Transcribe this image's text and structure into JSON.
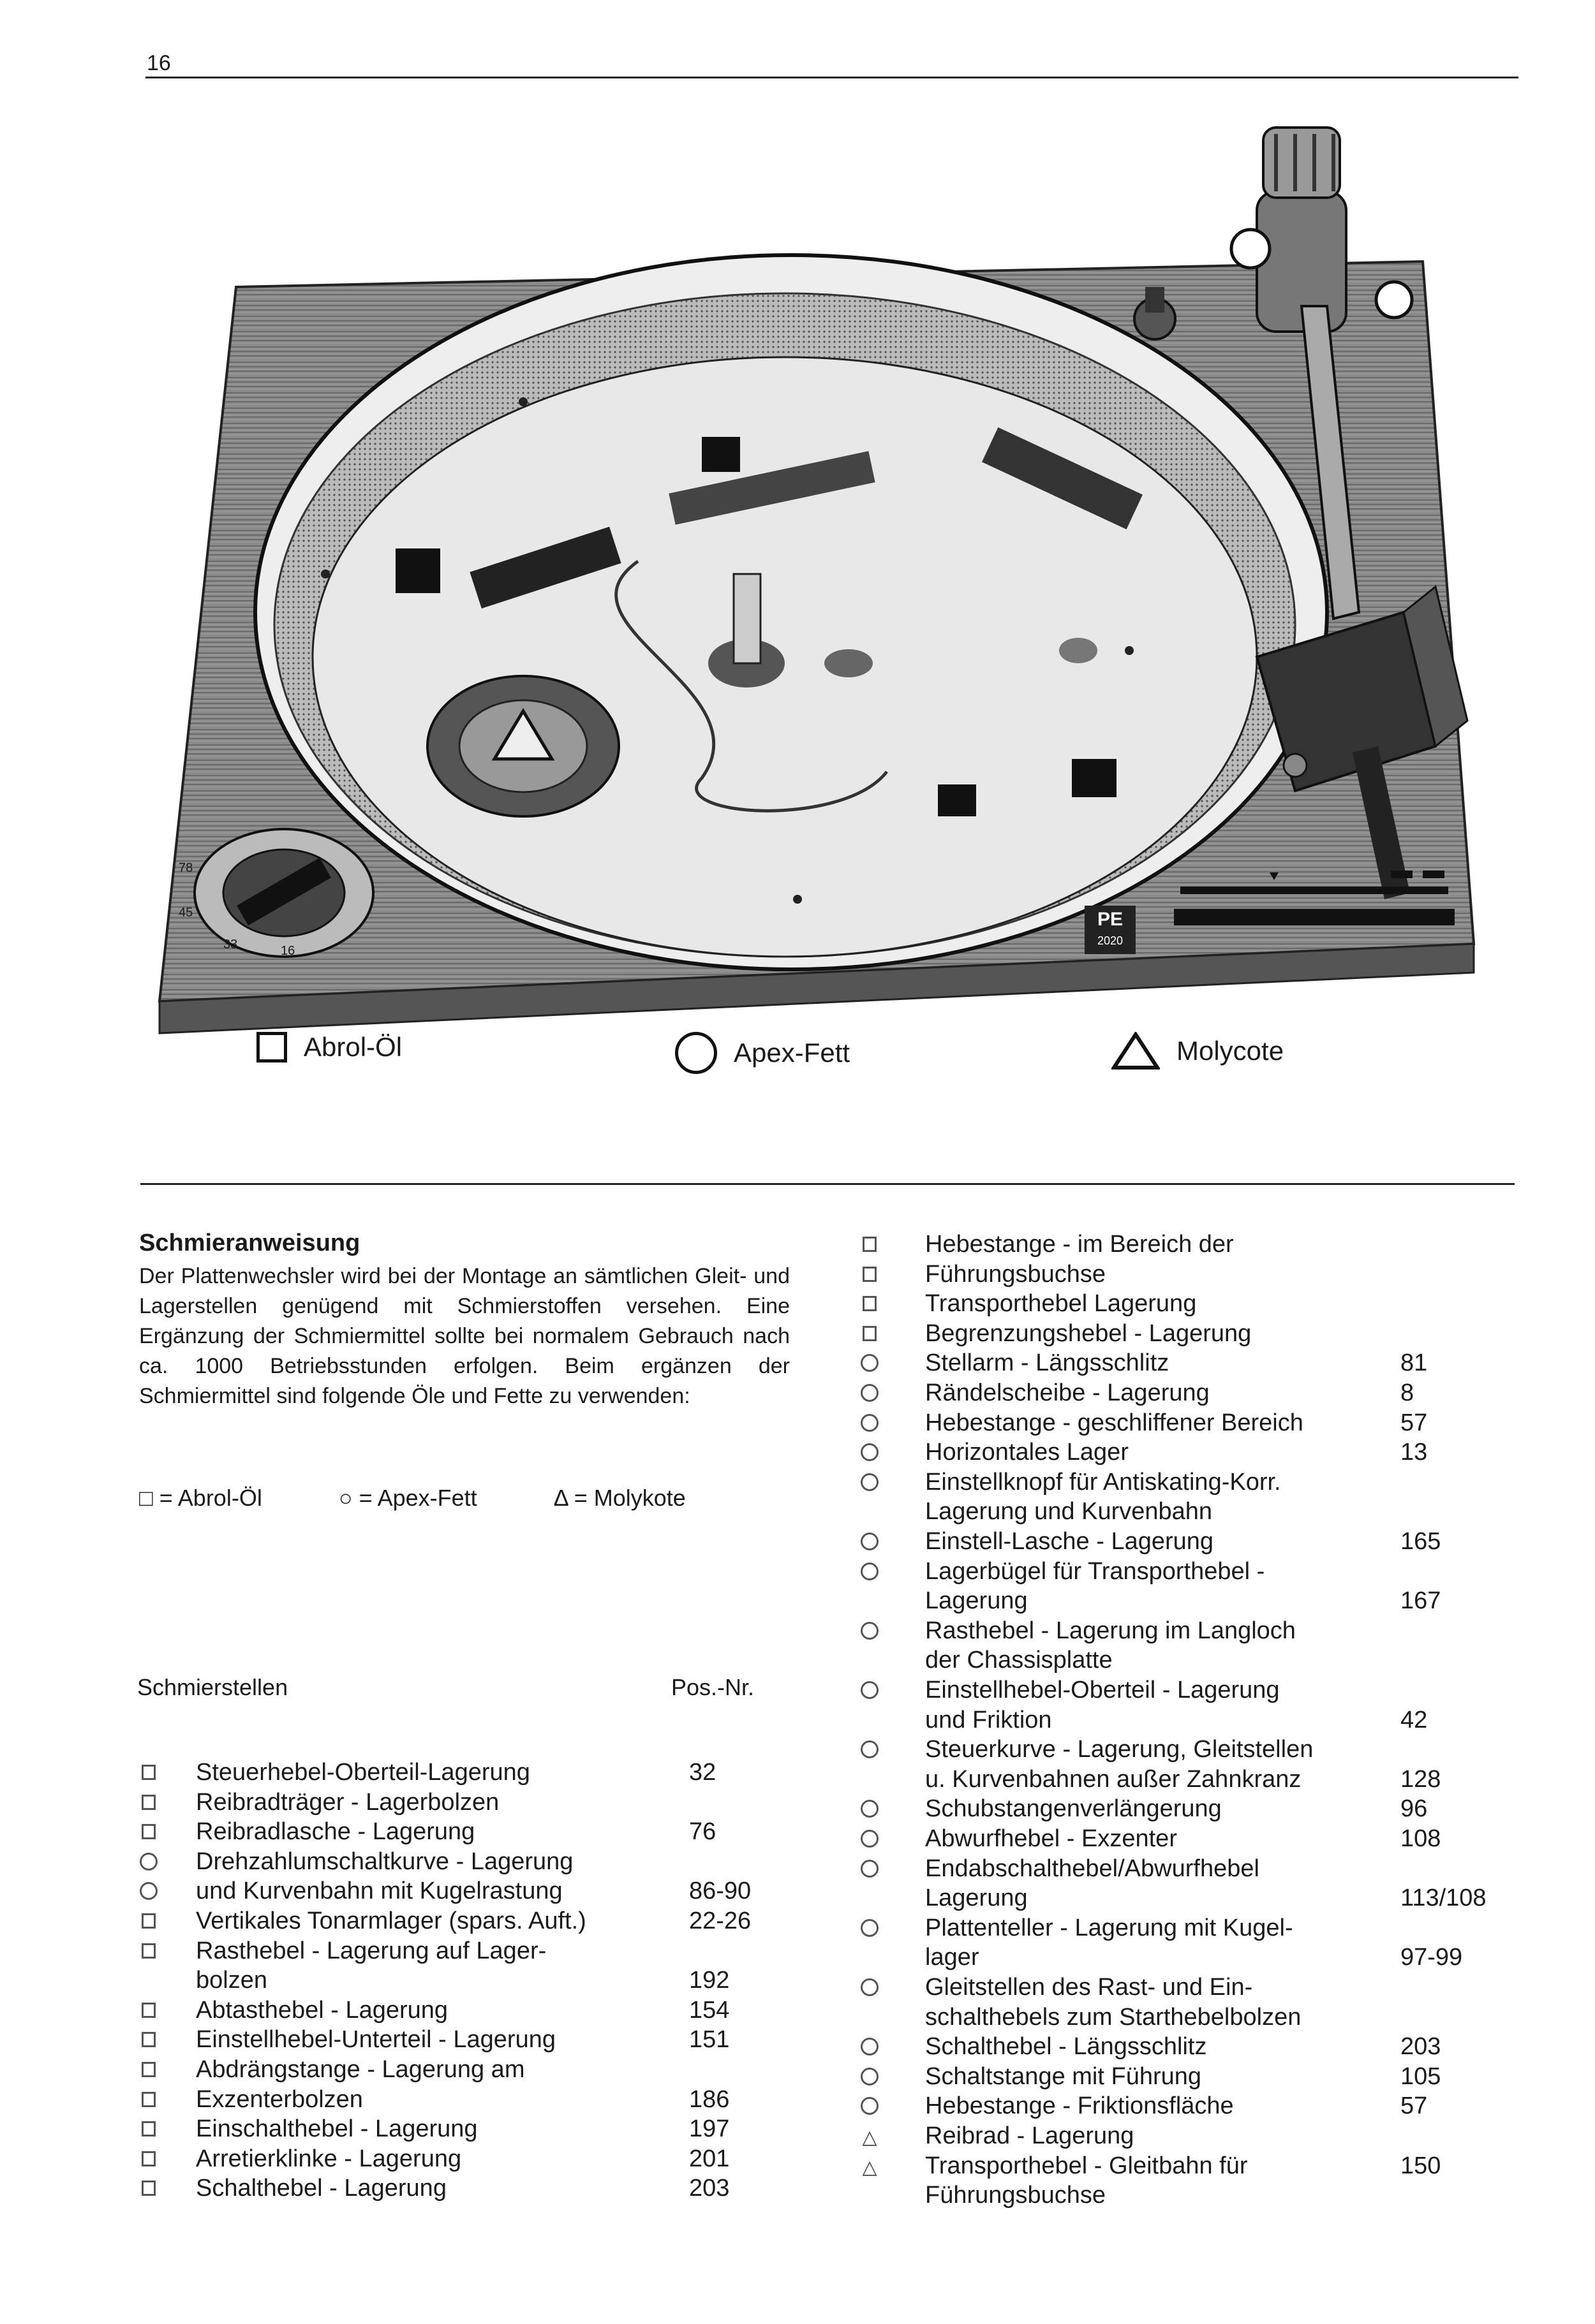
{
  "page_number": "16",
  "legend": {
    "items": [
      {
        "symbol": "square",
        "label": "Abrol-Öl"
      },
      {
        "symbol": "circle",
        "label": "Apex-Fett"
      },
      {
        "symbol": "triangle",
        "label": "Molycote"
      }
    ]
  },
  "figure": {
    "brand_badge": "PE",
    "model": "2020",
    "speed_labels": [
      "78",
      "45",
      "33",
      "16"
    ]
  },
  "section": {
    "heading": "Schmieranweisung",
    "paragraph": "Der Plattenwechsler wird bei der Montage an sämtlichen Gleit- und Lagerstellen genügend mit Schmierstoffen versehen. Eine Ergänzung der Schmiermittel sollte bei normalem Gebrauch nach ca. 1000 Betriebsstunden erfolgen. Beim ergänzen der Schmiermittel sind folgende Öle und Fette zu verwenden:",
    "key_line": [
      "□ = Abrol-Öl",
      "○ = Apex-Fett",
      "Δ = Molykote"
    ],
    "col_head_left": "Schmierstellen",
    "col_head_right": "Pos.-Nr."
  },
  "left_list": [
    {
      "mark": "square",
      "text": "Steuerhebel-Oberteil-Lagerung",
      "pos": "32"
    },
    {
      "mark": "square",
      "text": "Reibradträger - Lagerbolzen",
      "pos": ""
    },
    {
      "mark": "square",
      "text": "Reibradlasche - Lagerung",
      "pos": "76"
    },
    {
      "mark": "circle",
      "text": "Drehzahlumschaltkurve - Lagerung",
      "pos": ""
    },
    {
      "mark": "circle",
      "text": "und Kurvenbahn mit Kugelrastung",
      "pos": "86-90"
    },
    {
      "mark": "square",
      "text": "Vertikales Tonarmlager (spars. Auft.)",
      "pos": "22-26"
    },
    {
      "mark": "square",
      "text": "Rasthebel - Lagerung auf Lager-",
      "pos": ""
    },
    {
      "mark": "",
      "text": "bolzen",
      "pos": "192"
    },
    {
      "mark": "square",
      "text": "Abtasthebel - Lagerung",
      "pos": "154"
    },
    {
      "mark": "square",
      "text": "Einstellhebel-Unterteil - Lagerung",
      "pos": "151"
    },
    {
      "mark": "square",
      "text": "Abdrängstange - Lagerung am",
      "pos": ""
    },
    {
      "mark": "square",
      "text": "Exzenterbolzen",
      "pos": "186"
    },
    {
      "mark": "square",
      "text": "Einschalthebel - Lagerung",
      "pos": "197"
    },
    {
      "mark": "square",
      "text": "Arretierklinke - Lagerung",
      "pos": "201"
    },
    {
      "mark": "square",
      "text": "Schalthebel - Lagerung",
      "pos": "203"
    }
  ],
  "right_list": [
    {
      "mark": "square",
      "text": "Hebestange - im Bereich der",
      "pos": ""
    },
    {
      "mark": "square",
      "text": "Führungsbuchse",
      "pos": ""
    },
    {
      "mark": "square",
      "text": "Transporthebel Lagerung",
      "pos": ""
    },
    {
      "mark": "square",
      "text": "Begrenzungshebel - Lagerung",
      "pos": ""
    },
    {
      "mark": "circle",
      "text": "Stellarm - Längsschlitz",
      "pos": "81"
    },
    {
      "mark": "circle",
      "text": "Rändelscheibe - Lagerung",
      "pos": "8"
    },
    {
      "mark": "circle",
      "text": "Hebestange - geschliffener Bereich",
      "pos": "57"
    },
    {
      "mark": "circle",
      "text": "Horizontales Lager",
      "pos": "13"
    },
    {
      "mark": "circle",
      "text": "Einstellknopf für Antiskating-Korr.",
      "pos": ""
    },
    {
      "mark": "",
      "text": "Lagerung und Kurvenbahn",
      "pos": ""
    },
    {
      "mark": "circle",
      "text": "Einstell-Lasche - Lagerung",
      "pos": "165"
    },
    {
      "mark": "circle",
      "text": "Lagerbügel für Transporthebel -",
      "pos": ""
    },
    {
      "mark": "",
      "text": "Lagerung",
      "pos": "167"
    },
    {
      "mark": "circle",
      "text": "Rasthebel - Lagerung im Langloch",
      "pos": ""
    },
    {
      "mark": "",
      "text": "der Chassisplatte",
      "pos": ""
    },
    {
      "mark": "circle",
      "text": "Einstellhebel-Oberteil - Lagerung",
      "pos": ""
    },
    {
      "mark": "",
      "text": "und Friktion",
      "pos": "42"
    },
    {
      "mark": "circle",
      "text": "Steuerkurve - Lagerung, Gleitstellen",
      "pos": ""
    },
    {
      "mark": "",
      "text": "u. Kurvenbahnen außer Zahnkranz",
      "pos": "128"
    },
    {
      "mark": "circle",
      "text": "Schubstangenverlängerung",
      "pos": "96"
    },
    {
      "mark": "circle",
      "text": "Abwurfhebel - Exzenter",
      "pos": "108"
    },
    {
      "mark": "circle",
      "text": "Endabschalthebel/Abwurfhebel",
      "pos": ""
    },
    {
      "mark": "",
      "text": "Lagerung",
      "pos": "113/108"
    },
    {
      "mark": "circle",
      "text": "Plattenteller - Lagerung mit Kugel-",
      "pos": ""
    },
    {
      "mark": "",
      "text": "lager",
      "pos": "97-99"
    },
    {
      "mark": "circle",
      "text": "Gleitstellen des Rast- und Ein-",
      "pos": ""
    },
    {
      "mark": "",
      "text": "schalthebels zum Starthebelbolzen",
      "pos": ""
    },
    {
      "mark": "circle",
      "text": "Schalthebel - Längsschlitz",
      "pos": "203"
    },
    {
      "mark": "circle",
      "text": "Schaltstange mit Führung",
      "pos": "105"
    },
    {
      "mark": "circle",
      "text": "Hebestange - Friktionsfläche",
      "pos": "57"
    },
    {
      "mark": "triangle",
      "text": "Reibrad - Lagerung",
      "pos": ""
    },
    {
      "mark": "triangle",
      "text": "Transporthebel - Gleitbahn für",
      "pos": "150"
    },
    {
      "mark": "",
      "text": "Führungsbuchse",
      "pos": ""
    }
  ]
}
